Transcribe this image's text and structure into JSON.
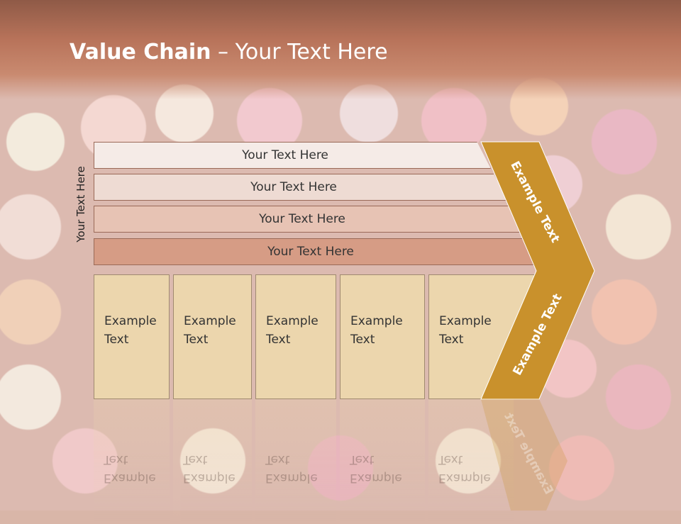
{
  "slide": {
    "title_bold": "Value Chain",
    "title_rest": " – Your Text Here",
    "side_label": "Your Text Here",
    "bars": [
      "Your Text Here",
      "Your Text Here",
      "Your Text Here",
      "Your Text Here"
    ],
    "boxes": [
      {
        "line1": "Example",
        "line2": "Text"
      },
      {
        "line1": "Example",
        "line2": "Text"
      },
      {
        "line1": "Example",
        "line2": "Text"
      },
      {
        "line1": "Example",
        "line2": "Text"
      },
      {
        "line1": "Example",
        "line2": "Text"
      }
    ],
    "chevron_top_text": "Example Text",
    "chevron_bottom_text": "Example Text"
  },
  "colors": {
    "header": "#b8735a",
    "chevron": "#c9912c",
    "box": "#ecd6ad"
  }
}
